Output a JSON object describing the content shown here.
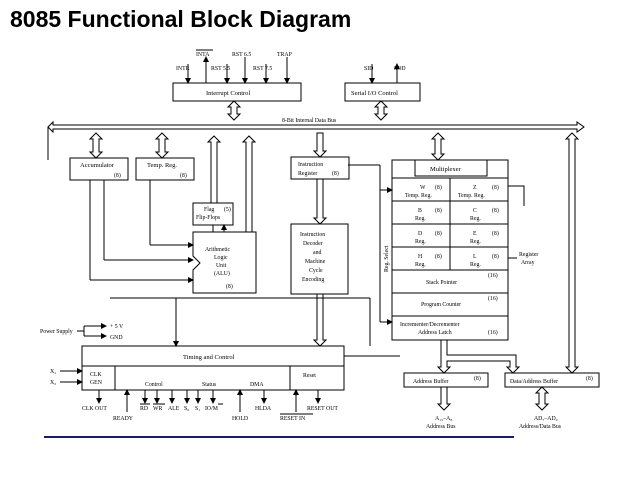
{
  "title": "8085 Functional Block Diagram",
  "interrupt": {
    "label": "Interrupt Control",
    "pins": [
      "INTR",
      "INTA",
      "RST 5.5",
      "RST 6.5",
      "RST 7.5",
      "TRAP"
    ]
  },
  "serial": {
    "label": "Serial I/O Control",
    "pins": [
      "SID",
      "SOD"
    ]
  },
  "bus_label": "8-Bit Internal Data Bus",
  "accumulator": {
    "name": "Accumulator",
    "bits": "(8)"
  },
  "temp_reg": {
    "name": "Temp. Reg.",
    "bits": "(8)"
  },
  "flag": {
    "line1": "Flag",
    "line2": "Flip-Flops",
    "bits": "(5)"
  },
  "alu": {
    "line1": "Arithmetic",
    "line2": "Logic",
    "line3": "Unit",
    "line4": "(ALU)",
    "bits": "(8)"
  },
  "ir": {
    "line1": "Instruction",
    "line2": "Register",
    "bits": "(8)"
  },
  "decoder": {
    "line1": "Instruction",
    "line2": "Decoder",
    "line3": "and",
    "line4": "Machine",
    "line5": "Cycle",
    "line6": "Encoding"
  },
  "multiplexer": "Multiplexer",
  "reg_select": "Reg. Select",
  "registers": [
    {
      "line1": "W",
      "line2": "Temp. Reg.",
      "bits": "(8)"
    },
    {
      "line1": "Z",
      "line2": "Temp. Reg.",
      "bits": "(8)"
    },
    {
      "line1": "B",
      "line2": "Reg.",
      "bits": "(8)"
    },
    {
      "line1": "C",
      "line2": "Reg.",
      "bits": "(8)"
    },
    {
      "line1": "D",
      "line2": "Reg.",
      "bits": "(8)"
    },
    {
      "line1": "E",
      "line2": "Reg.",
      "bits": "(8)"
    },
    {
      "line1": "H",
      "line2": "Reg.",
      "bits": "(8)"
    },
    {
      "line1": "L",
      "line2": "Reg.",
      "bits": "(8)"
    }
  ],
  "stack_pointer": {
    "name": "Stack Pointer",
    "bits": "(16)"
  },
  "program_counter": {
    "name": "Program Counter",
    "bits": "(16)"
  },
  "inc_dec": {
    "line1": "Incrementer/Decrementer",
    "line2": "Address Latch",
    "bits": "(16)"
  },
  "register_array": {
    "line1": "Register",
    "line2": "Array"
  },
  "power": {
    "label": "Power Supply",
    "plus5": "+ 5 V",
    "gnd": "GND"
  },
  "timing": {
    "title": "Timing and Control",
    "clk_gen_1": "CLK",
    "clk_gen_2": "GEN",
    "control": "Control",
    "status": "Status",
    "dma": "DMA",
    "reset": "Reset",
    "x1": "X₁",
    "x2": "X₂",
    "bottom_pins": [
      "CLK OUT",
      "RD",
      "WR",
      "ALE",
      "S₀",
      "S₁",
      "IO/M",
      "HLDA",
      "RESET OUT"
    ],
    "ready": "READY",
    "hold": "HOLD",
    "reset_in": "RESET IN"
  },
  "address_buffer": {
    "name": "Address Buffer",
    "bits": "(8)"
  },
  "data_address_buffer": {
    "name": "Data/Address Buffer",
    "bits": "(8)"
  },
  "address_bus": {
    "line1": "A₁₅–A₈",
    "line2": "Address Bus"
  },
  "data_bus": {
    "line1": "AD₇–AD₀",
    "line2": "Address/Data Bus"
  }
}
